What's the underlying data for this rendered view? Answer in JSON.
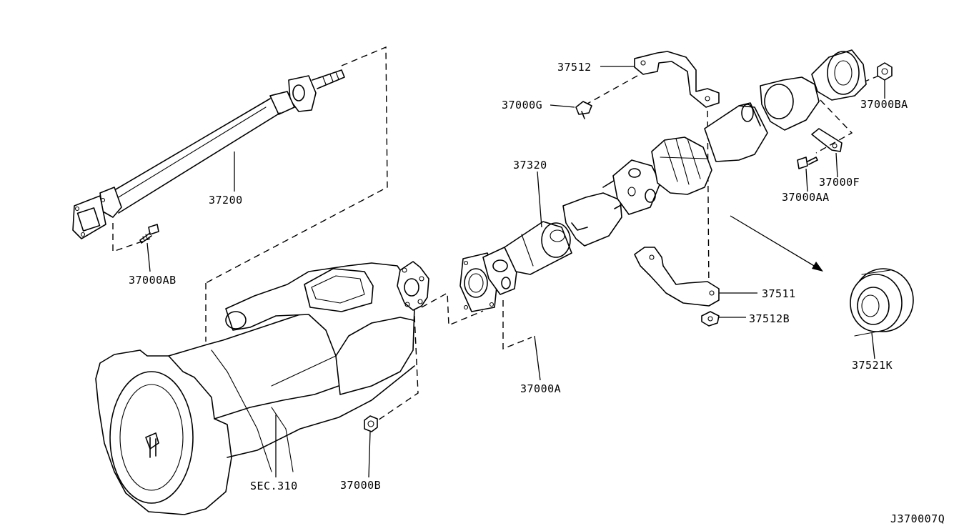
{
  "diagram_id": "J370007Q",
  "arrow_icon": "arrow-to-detail-icon",
  "labels": {
    "p37512": "37512",
    "p37000G": "37000G",
    "p37000BA": "37000BA",
    "p37320": "37320",
    "p37200": "37200",
    "p37000F": "37000F",
    "p37000AA": "37000AA",
    "p37000AB": "37000AB",
    "p37511": "37511",
    "p37512B": "37512B",
    "p37521K": "37521K",
    "p37000A": "37000A",
    "sec310": "SEC.310",
    "p37000B": "37000B"
  }
}
